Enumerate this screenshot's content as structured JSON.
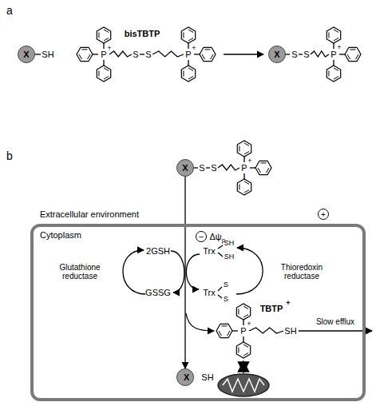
{
  "diagram": {
    "nodes": [
      {
        "text": [
          "X"
        ]
      },
      {
        "text": [
          "X"
        ]
      },
      {
        "text": [
          "X"
        ]
      },
      {
        "text": [
          "Cytoplasm"
        ]
      },
      {
        "text": [
          "X"
        ],
        "in": 3
      }
    ],
    "edges": [
      {
        "from": 2,
        "to": 4,
        "arrow": "to"
      }
    ],
    "labels": [
      "a",
      "SH",
      "P",
      "+",
      "S",
      "S",
      "P",
      "+",
      "bisTBTP",
      "S",
      "S",
      "P",
      "+",
      "b",
      "S",
      "S",
      "P",
      "+",
      "Extracellular environment",
      "+",
      "−",
      "Δψ",
      "p",
      "Glutathione reductase",
      "2GSH",
      "GSSG",
      "Trx",
      "SH",
      "SH",
      "Trx",
      "S",
      "S",
      "Thioredoxin reductase",
      "TBTP",
      "+",
      "P",
      "+",
      "SH",
      "Slow efflux",
      "SH"
    ]
  }
}
